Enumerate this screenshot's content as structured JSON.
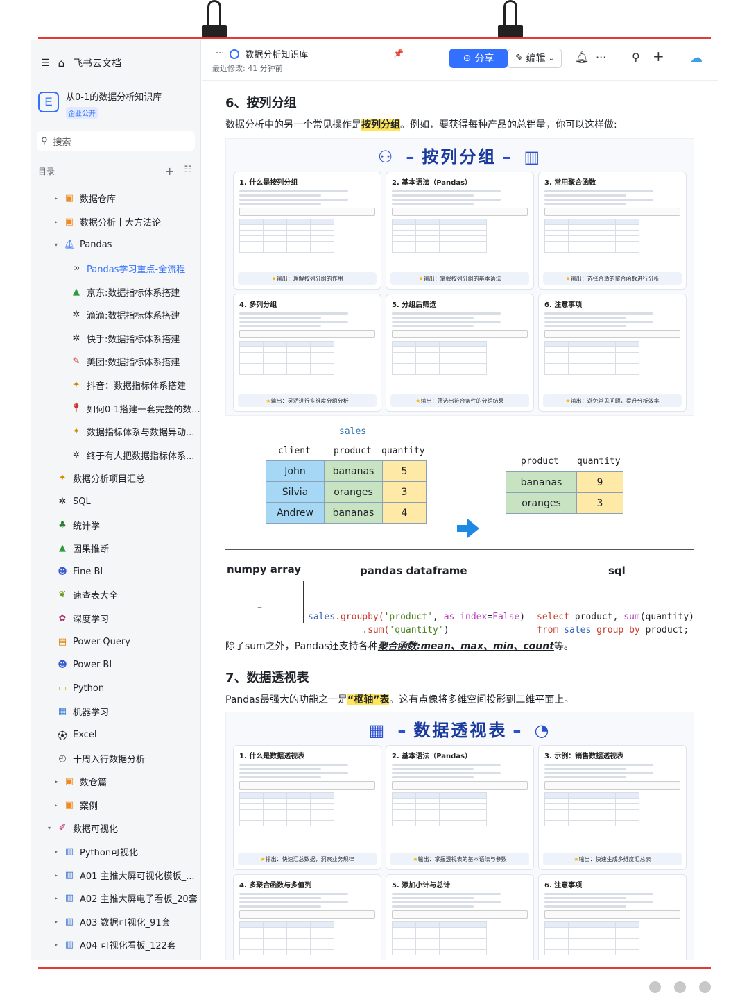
{
  "breadcrumb": {
    "more": "···",
    "title": "数据分析知识库"
  },
  "header": {
    "modified": "最近修改: 41 分钟前",
    "share_label": "分享",
    "edit_label": "编辑"
  },
  "sidebar": {
    "app_name": "飞书云文档",
    "kb": {
      "icon_letter": "E",
      "title": "从0-1的数据分析知识库",
      "badge": "企业公开"
    },
    "search_label": "搜索",
    "toc_label": "目录",
    "items": [
      {
        "label": "数据仓库",
        "icon": "folder-icon",
        "indent": 1,
        "caret": "▸"
      },
      {
        "label": "数据分析十大方法论",
        "icon": "folder-icon",
        "indent": 1,
        "caret": "▸"
      },
      {
        "label": "Pandas",
        "icon": "boat-icon",
        "indent": 1,
        "caret": "▾"
      },
      {
        "label": "Pandas学习重点-全流程",
        "icon": "infinity-icon",
        "indent": 2,
        "caret": ""
      },
      {
        "label": "京东:数据指标体系搭建",
        "icon": "tree-icon",
        "indent": 2,
        "caret": ""
      },
      {
        "label": "滴滴:数据指标体系搭建",
        "icon": "gear-icon",
        "indent": 2,
        "caret": ""
      },
      {
        "label": "快手:数据指标体系搭建",
        "icon": "gear-icon",
        "indent": 2,
        "caret": ""
      },
      {
        "label": "美团:数据指标体系搭建",
        "icon": "pencil-icon",
        "indent": 2,
        "caret": ""
      },
      {
        "label": "抖音：数据指标体系搭建",
        "icon": "sparkle-icon",
        "indent": 2,
        "caret": ""
      },
      {
        "label": "如何0-1搭建一套完整的数...",
        "icon": "pin-icon",
        "indent": 2,
        "caret": ""
      },
      {
        "label": "数据指标体系与数据异动...",
        "icon": "sparkle-icon",
        "indent": 2,
        "caret": ""
      },
      {
        "label": "终于有人把数据指标体系...",
        "icon": "gear-icon",
        "indent": 2,
        "caret": ""
      },
      {
        "label": "数据分析项目汇总",
        "icon": "sparkle-icon",
        "indent": 0,
        "caret": ""
      },
      {
        "label": "SQL",
        "icon": "gear-icon",
        "indent": 0,
        "caret": ""
      },
      {
        "label": "统计学",
        "icon": "plant-icon",
        "indent": 0,
        "caret": ""
      },
      {
        "label": "因果推断",
        "icon": "tree-icon",
        "indent": 0,
        "caret": ""
      },
      {
        "label": "Fine BI",
        "icon": "person-icon",
        "indent": 0,
        "caret": ""
      },
      {
        "label": "速查表大全",
        "icon": "leaf-icon",
        "indent": 0,
        "caret": ""
      },
      {
        "label": "深度学习",
        "icon": "butterfly-icon",
        "indent": 0,
        "caret": ""
      },
      {
        "label": "Power Query",
        "icon": "gift-icon",
        "indent": 0,
        "caret": ""
      },
      {
        "label": "Power BI",
        "icon": "person-icon",
        "indent": 0,
        "caret": ""
      },
      {
        "label": "Python",
        "icon": "card-icon",
        "indent": 0,
        "caret": ""
      },
      {
        "label": "机器学习",
        "icon": "keyboard-icon",
        "indent": 0,
        "caret": ""
      },
      {
        "label": "Excel",
        "icon": "ball-icon",
        "indent": 0,
        "caret": ""
      },
      {
        "label": "十周入行数据分析",
        "icon": "clock-icon",
        "indent": 0,
        "caret": ""
      },
      {
        "label": "数仓篇",
        "icon": "folder-icon",
        "indent": 1,
        "caret": "▸"
      },
      {
        "label": "案例",
        "icon": "folder-icon",
        "indent": 1,
        "caret": "▸"
      },
      {
        "label": "数据可视化",
        "icon": "pen-icon",
        "indent": 0,
        "caret": "▾"
      },
      {
        "label": "Python可视化",
        "icon": "chart-icon",
        "indent": 1,
        "caret": "▸"
      },
      {
        "label": "A01 主推大屏可视化模板_...",
        "icon": "chart-icon",
        "indent": 1,
        "caret": "▸"
      },
      {
        "label": "A02 主推大屏电子看板_20套",
        "icon": "chart-icon",
        "indent": 1,
        "caret": "▸"
      },
      {
        "label": "A03 数据可视化_91套",
        "icon": "chart-icon",
        "indent": 1,
        "caret": "▸"
      },
      {
        "label": "A04 可视化看板_122套",
        "icon": "chart-icon",
        "indent": 1,
        "caret": "▸"
      }
    ]
  },
  "content": {
    "s6_heading": "6、按列分组",
    "s6_text_a": "数据分析中的另一个常见操作是",
    "s6_text_hl": "按列分组",
    "s6_text_b": "。例如，要获得每种产品的总销量，你可以这样做:",
    "ig1": {
      "title": "按列分组",
      "cards": [
        {
          "h": "1. 什么是按列分组",
          "foot": "输出：理解按列分组的作用"
        },
        {
          "h": "2. 基本语法（Pandas）",
          "foot": "输出：掌握按列分组的基本语法"
        },
        {
          "h": "3. 常用聚合函数",
          "foot": "输出：选择合适的聚合函数进行分析"
        },
        {
          "h": "4. 多列分组",
          "foot": "输出：灵活进行多维度分组分析"
        },
        {
          "h": "5. 分组后筛选",
          "foot": "输出：筛选出符合条件的分组结果"
        },
        {
          "h": "6. 注意事项",
          "foot": "输出：避免常见问题，提升分析效率"
        }
      ]
    },
    "groupby": {
      "table_title": "sales",
      "headers": [
        "client",
        "product",
        "quantity"
      ],
      "rows": [
        [
          "John",
          "bananas",
          "5"
        ],
        [
          "Silvia",
          "oranges",
          "3"
        ],
        [
          "Andrew",
          "bananas",
          "4"
        ]
      ],
      "result_headers": [
        "product",
        "quantity"
      ],
      "result_rows": [
        [
          "bananas",
          "9"
        ],
        [
          "oranges",
          "3"
        ]
      ]
    },
    "compare": {
      "h1": "numpy array",
      "h2": "pandas dataframe",
      "h3": "sql",
      "numpy": "–",
      "pandas_line1": [
        "sales",
        ".groupby(",
        "'product'",
        ", ",
        "as_index",
        "=",
        "False",
        ")"
      ],
      "pandas_line2": [
        ".sum(",
        "'quantity'",
        ")"
      ],
      "sql_line1": [
        "select",
        " product, ",
        "sum",
        "(quantity)"
      ],
      "sql_line2": [
        "from",
        " sales ",
        "group by",
        " product;"
      ]
    },
    "agg_text_a": "除了sum之外，Pandas还支持各种",
    "agg_text_em": "聚合函数:mean、max、min、count",
    "agg_text_b": "等。",
    "s7_heading": "7、数据透视表",
    "s7_text_a": "Pandas最强大的功能之一是",
    "s7_text_hl": "“枢轴”表",
    "s7_text_b": "。这有点像将多维空间投影到二维平面上。",
    "ig2": {
      "title": "数据透视表",
      "cards": [
        {
          "h": "1. 什么是数据透视表",
          "foot": "输出：快速汇总数据，洞察业务规律"
        },
        {
          "h": "2. 基本语法（Pandas）",
          "foot": "输出：掌握透视表的基本语法与参数"
        },
        {
          "h": "3. 示例：销售数据透视表",
          "foot": "输出：快速生成多维度汇总表"
        },
        {
          "h": "4. 多聚合函数与多值列",
          "foot": ""
        },
        {
          "h": "5. 添加小计与总计",
          "foot": ""
        },
        {
          "h": "6. 注意事项",
          "foot": ""
        }
      ]
    }
  },
  "colors": {
    "accent": "#3370ff",
    "highlight": "#ffe55c",
    "red_line": "#e53935",
    "infographic_title": "#1a3a9e"
  }
}
